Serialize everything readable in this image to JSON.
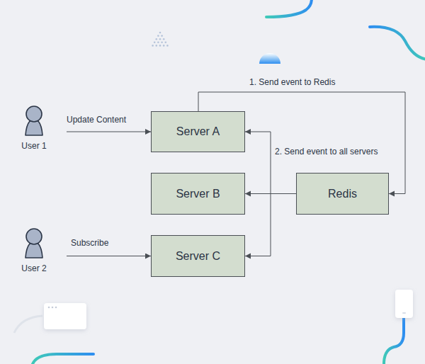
{
  "diagram": {
    "nodes": [
      {
        "text": [
          "User 1"
        ]
      },
      {
        "text": [
          "Server A"
        ]
      },
      {
        "text": [
          "Server B"
        ]
      },
      {
        "text": [
          "Redis"
        ]
      },
      {
        "text": [
          "User 2"
        ]
      },
      {
        "text": [
          "Server C"
        ]
      }
    ],
    "edges": [
      {
        "from": 0,
        "to": 1,
        "label": "Update Content",
        "arrow": "to"
      },
      {
        "from": 1,
        "to": 3,
        "label": "1. Send event to Redis",
        "arrow": "to"
      },
      {
        "from": 3,
        "to": 1,
        "label": "2. Send event to all servers",
        "arrow": "to"
      },
      {
        "from": 3,
        "to": 2,
        "arrow": "to"
      },
      {
        "from": 3,
        "to": 5,
        "arrow": "to"
      },
      {
        "from": 4,
        "to": 5,
        "label": "Subscribe",
        "arrow": "to"
      }
    ]
  }
}
